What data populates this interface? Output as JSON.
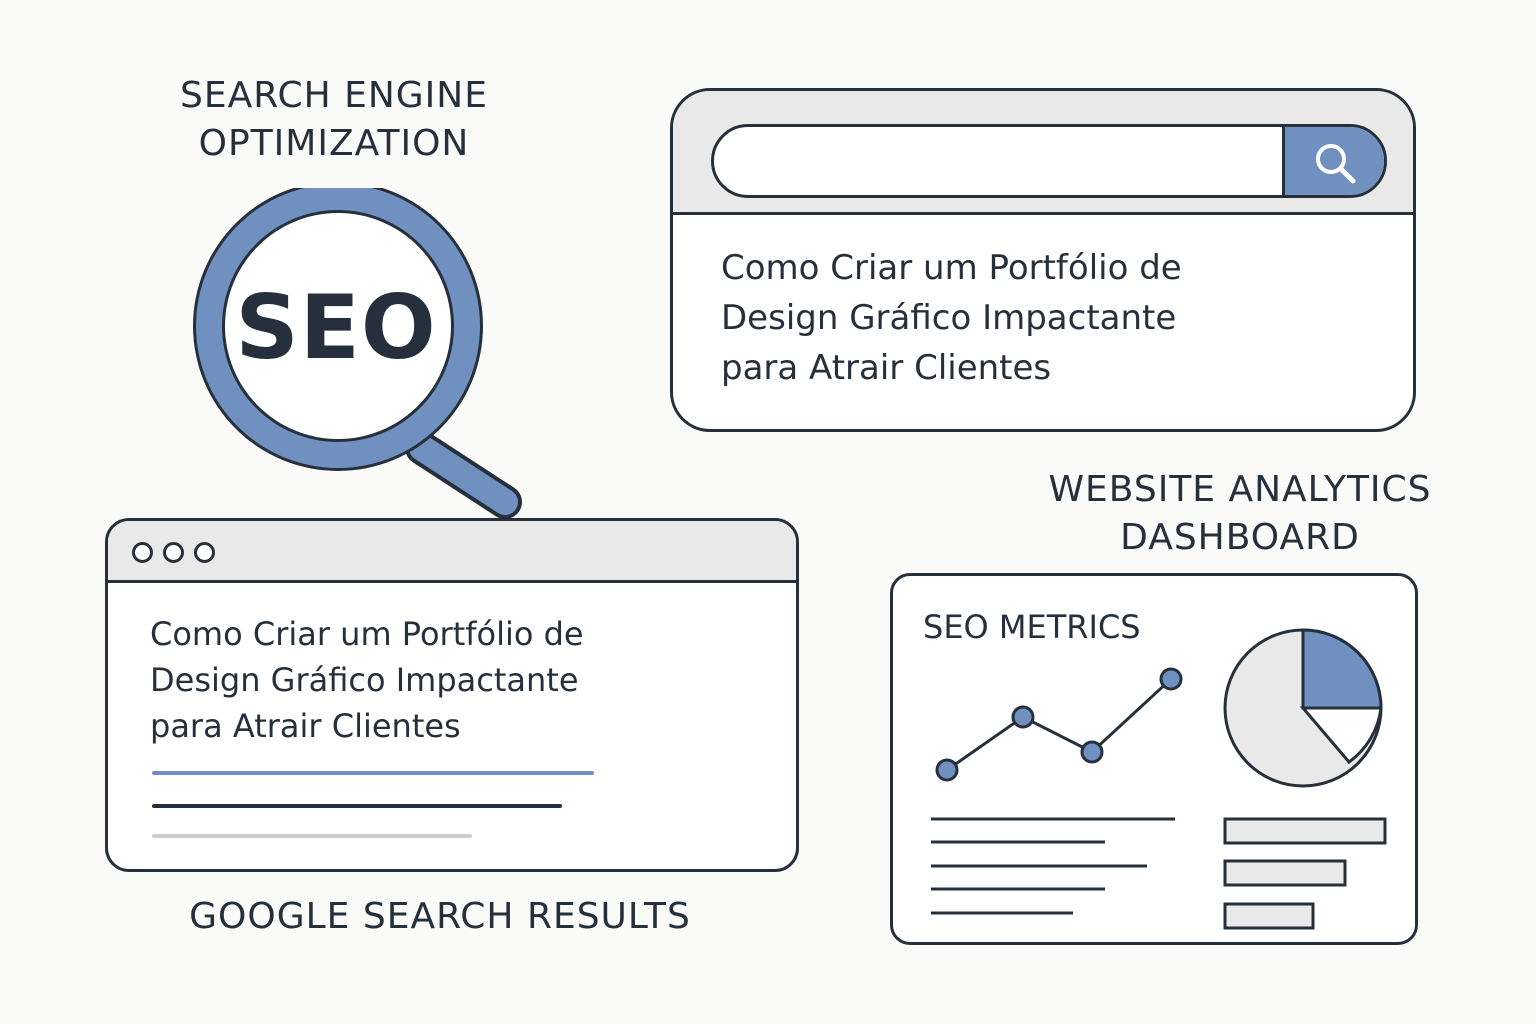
{
  "captions": {
    "seo_line1": "SEARCH ENGINE",
    "seo_line2": "OPTIMIZATION",
    "analytics_line1": "WEBSITE ANALYTICS",
    "analytics_line2": "DASHBOARD",
    "google": "GOOGLE SEARCH RESULTS"
  },
  "magnifier": {
    "label": "SEO"
  },
  "search_card": {
    "search_value": "",
    "search_button_icon": "search-icon",
    "title_lines": [
      "Como Criar um Portfólio de",
      "Design Gráfico Impactante",
      "para Atrair Clientes"
    ]
  },
  "results_window": {
    "window_controls": [
      "dot",
      "dot",
      "dot"
    ],
    "title_lines": [
      "Como Criar um Portfólio de",
      "Design Gráfico Impactante",
      "para Atrair Clientes"
    ]
  },
  "dashboard": {
    "title": "SEO METRICS"
  },
  "colors": {
    "accent": "#7090bf",
    "ink": "#26303c",
    "panel_gray": "#e9e9e9",
    "light_rule": "#cccccc",
    "background": "#fafaf8"
  }
}
